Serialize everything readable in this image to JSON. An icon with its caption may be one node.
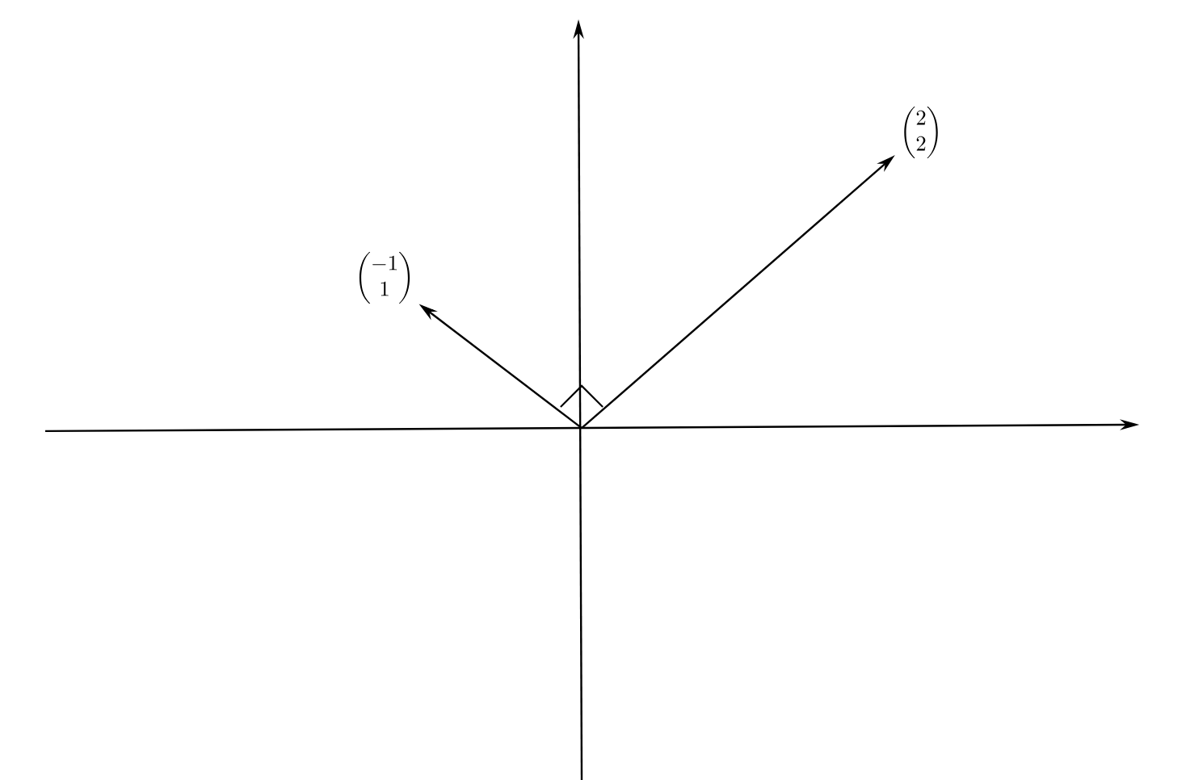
{
  "diagram": {
    "nodes": [
      {
        "text": [
          "\\begin{pmatrix}-1\\\\1\\end{pmatrix}"
        ]
      },
      {
        "text": [
          "\\begin{pmatrix}2\\\\2\\end{pmatrix}"
        ]
      }
    ],
    "edges": [
      {
        "from": null,
        "to": 0,
        "arrow": "to"
      },
      {
        "from": null,
        "to": 1,
        "arrow": "to"
      }
    ]
  }
}
